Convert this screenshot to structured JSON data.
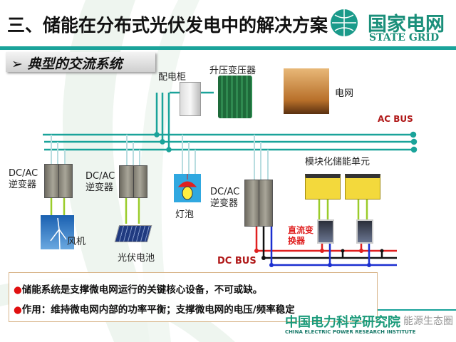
{
  "title": "三、储能在分布式光伏发电中的解决方案",
  "logo": {
    "cn": "国家电网",
    "en": "STATE GRID"
  },
  "subtitle": {
    "bullet": "➢",
    "text": "典型的交流系统"
  },
  "labels": {
    "cabinet": "配电柜",
    "transformer": "升压变压器",
    "grid": "电网",
    "ac_bus": "AC BUS",
    "dc_bus": "DC BUS",
    "inverter1": [
      "DC/AC",
      "逆变器"
    ],
    "inverter2": [
      "DC/AC",
      "逆变器"
    ],
    "inverter3": [
      "DC/AC",
      "逆变器"
    ],
    "wind": "风机",
    "pv": "光伏电池",
    "lamp": "灯泡",
    "storage": "模块化储能单元",
    "dc_converter": [
      "直流变",
      "换器"
    ]
  },
  "bullets": [
    "储能系统是支撑微电网运行的关键核心设备，不可或缺。",
    "作用：维持微电网内部的功率平衡；支撑微电网的电压/频率稳定"
  ],
  "footer": {
    "cn": "中国电力科学研究院",
    "en": "CHINA ELECTRIC POWER RESEARCH INSTITUTE"
  },
  "watermark": "能源生态圈",
  "colors": {
    "teal": "#1aa39a",
    "red": "#b01818",
    "dcred": "#e02020",
    "dcblue": "#1a2fd0"
  }
}
